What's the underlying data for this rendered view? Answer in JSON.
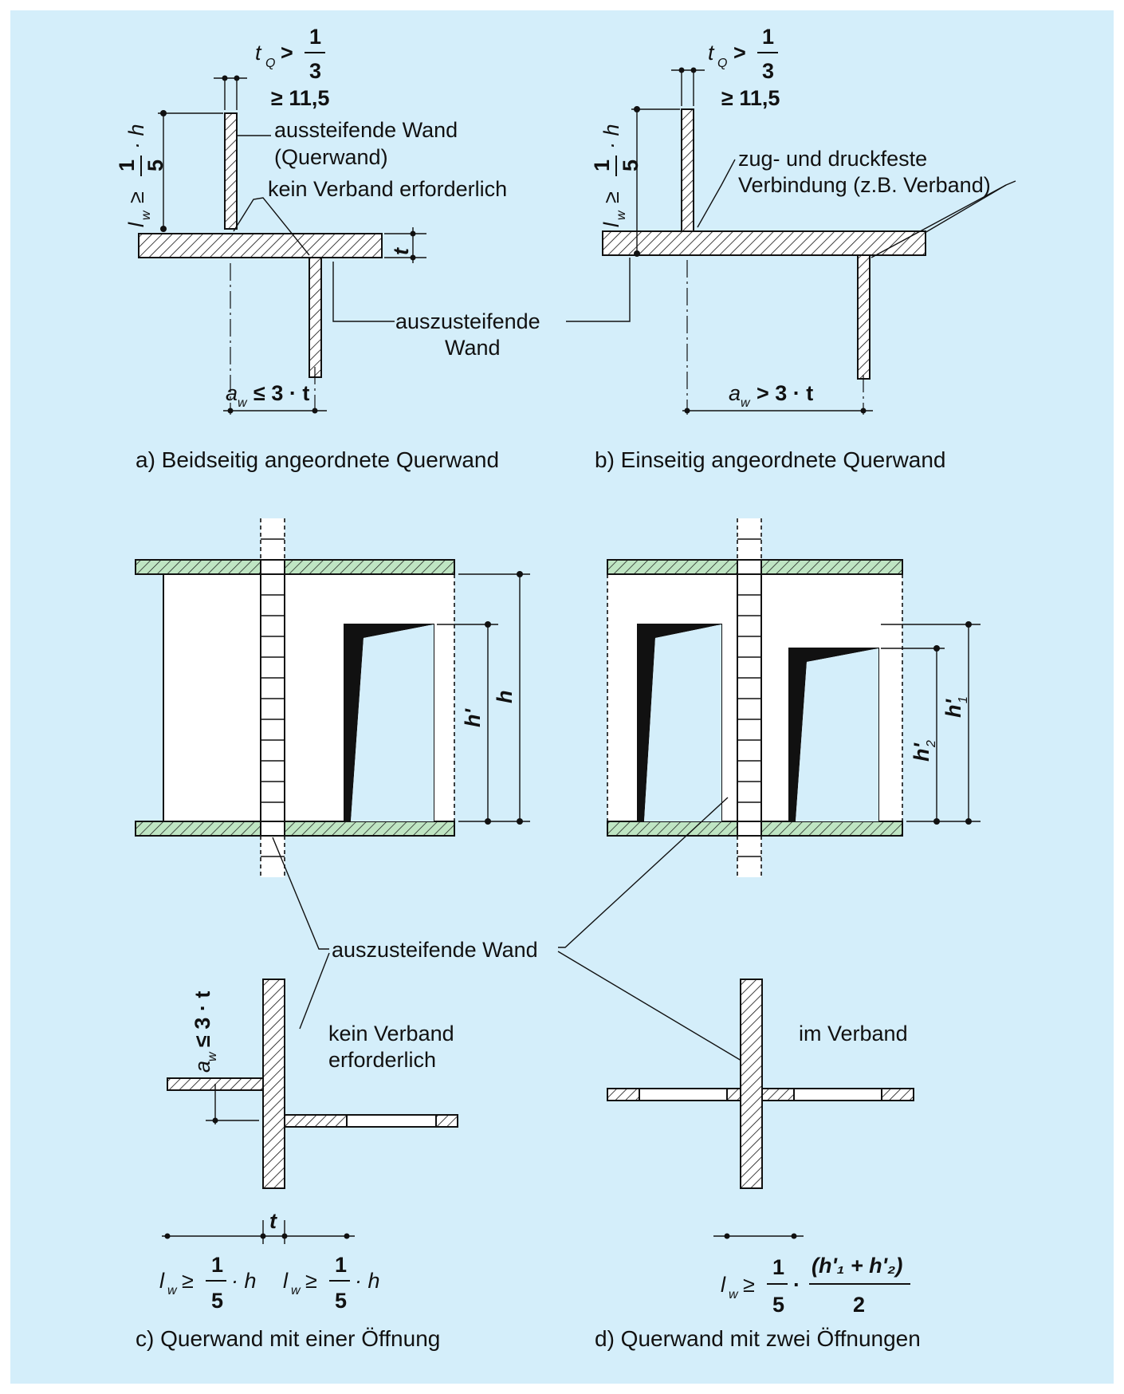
{
  "colors": {
    "background": "#d4eefa",
    "slab_fill": "#bfe5c3",
    "ink": "#111111",
    "wall_fill": "#ffffff"
  },
  "fig_a": {
    "tq_label": "t",
    "tq_sub": "Q",
    "tq_rel": ">",
    "tq_num": "1",
    "tq_den": "3",
    "tq_min": "≥ 11,5",
    "lw_label": "l",
    "lw_sub": "w",
    "lw_rel": "≥",
    "lw_num": "1",
    "lw_den": "5",
    "lw_tail": "· h",
    "stiffening_wall_1": "aussteifende Wand",
    "stiffening_wall_2": "(Querwand)",
    "no_bond": "kein Verband erforderlich",
    "t_label": "t",
    "wall_to_brace_1": "auszusteifende",
    "wall_to_brace_2": "Wand",
    "aw_label": "a",
    "aw_sub": "w",
    "aw_rel": "≤ 3 · t",
    "caption": "a) Beidseitig angeordnete Querwand"
  },
  "fig_b": {
    "tq_label": "t",
    "tq_sub": "Q",
    "tq_rel": ">",
    "tq_num": "1",
    "tq_den": "3",
    "tq_min": "≥ 11,5",
    "lw_label": "l",
    "lw_sub": "w",
    "lw_rel": "≥",
    "lw_num": "1",
    "lw_den": "5",
    "lw_tail": "· h",
    "connection_1": "zug- und druckfeste",
    "connection_2": "Verbindung (z.B. Verband)",
    "aw_label": "a",
    "aw_sub": "w",
    "aw_rel": "> 3 · t",
    "caption": "b) Einseitig angeordnete Querwand"
  },
  "fig_c": {
    "h_label": "h",
    "hprime_label": "h'",
    "aw_label": "a",
    "aw_sub": "w",
    "aw_rel": "≤ 3 · t",
    "no_bond_1": "kein Verband",
    "no_bond_2": "erforderlich",
    "t_label": "t",
    "lw_left_label": "l",
    "lw_left_sub": "w",
    "lw_left_rel": "≥",
    "lw_left_num": "1",
    "lw_left_den": "5",
    "lw_left_tail": "· h",
    "lw_right_label": "l",
    "lw_right_sub": "w",
    "lw_right_rel": "≥",
    "lw_right_num": "1",
    "lw_right_den": "5",
    "lw_right_tail": "· h",
    "caption": "c) Querwand mit einer Öffnung"
  },
  "fig_d": {
    "h1_label": "h'",
    "h1_sub": "1",
    "h2_label": "h'",
    "h2_sub": "2",
    "bond": "im Verband",
    "lw_label": "l",
    "lw_sub": "w",
    "lw_rel": "≥",
    "lw_num": "1",
    "lw_den": "5",
    "lw_mult": "·",
    "lw_frac_num": "(h'₁ + h'₂)",
    "lw_frac_den": "2",
    "caption": "d) Querwand mit zwei Öffnungen"
  },
  "shared": {
    "wall_to_brace": "auszusteifende Wand"
  }
}
